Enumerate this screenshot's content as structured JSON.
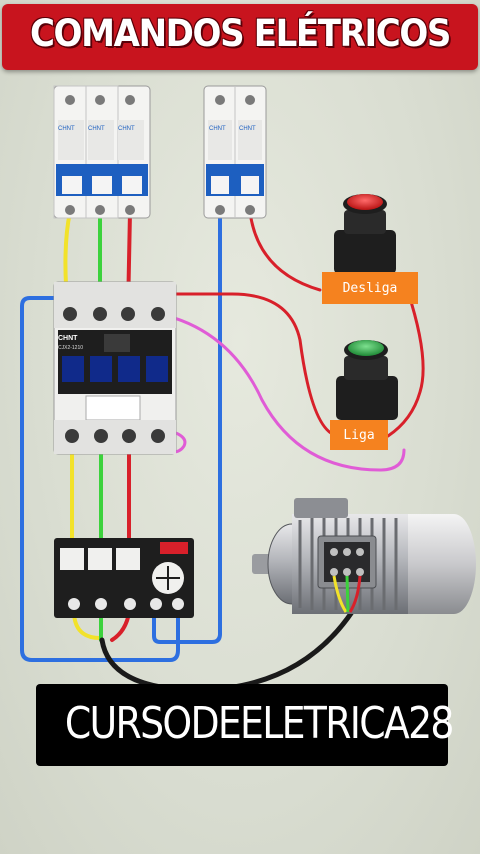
{
  "title": "COMANDOS ELÉTRICOS",
  "breakers": {
    "three_pole": {
      "brand": "CHNT"
    },
    "two_pole": {
      "brand": "CHNT"
    }
  },
  "contactor": {
    "brand": "CHNT",
    "model": "CJX2-1210"
  },
  "buttons": {
    "stop": {
      "label": "Desliga",
      "color": "#d62424"
    },
    "start": {
      "label": "Liga",
      "color": "#2fb04a"
    }
  },
  "watermark": "CURSODEELETRICA28",
  "colors": {
    "banner": "#c8141e",
    "label_bg": "#f5821f",
    "wire_yellow": "#f2e22a",
    "wire_green": "#3cd23c",
    "wire_red": "#d8202a",
    "wire_blue": "#2d6fe0",
    "wire_magenta": "#e05cd6",
    "wire_black": "#1a1a1a"
  }
}
